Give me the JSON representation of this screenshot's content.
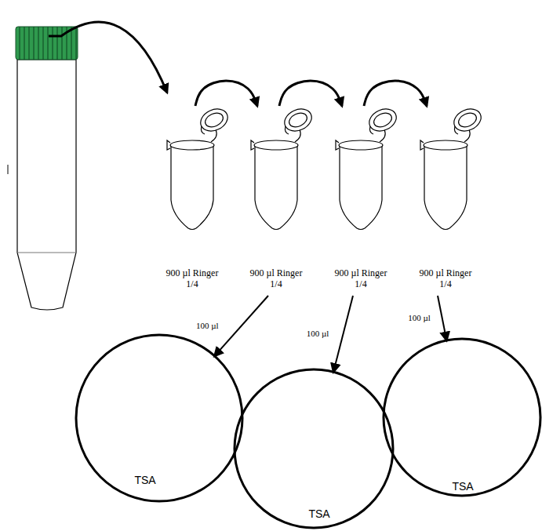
{
  "diagram": {
    "nodes": [
      {
        "text": [
          "900 µl Ringer 1/4"
        ]
      },
      {
        "text": [
          "900 µl Ringer 1/4"
        ]
      },
      {
        "text": [
          "900 µl Ringer 1/4"
        ]
      },
      {
        "text": [
          "900 µl Ringer 1/4"
        ]
      },
      {
        "text": [
          "TSA"
        ]
      },
      {
        "text": [
          "TSA"
        ]
      },
      {
        "text": [
          "TSA"
        ]
      }
    ],
    "edges": [
      {
        "from": 0,
        "to": 1,
        "arrow": "to"
      },
      {
        "from": 1,
        "to": 2,
        "arrow": "to"
      },
      {
        "from": 2,
        "to": 3,
        "arrow": "to"
      },
      {
        "from": 1,
        "to": 4,
        "label": "100 µl",
        "arrow": "to"
      },
      {
        "from": 2,
        "to": 5,
        "label": "100 µl",
        "arrow": "to"
      },
      {
        "from": 3,
        "to": 6,
        "label": "100 µl",
        "arrow": "to"
      }
    ]
  }
}
